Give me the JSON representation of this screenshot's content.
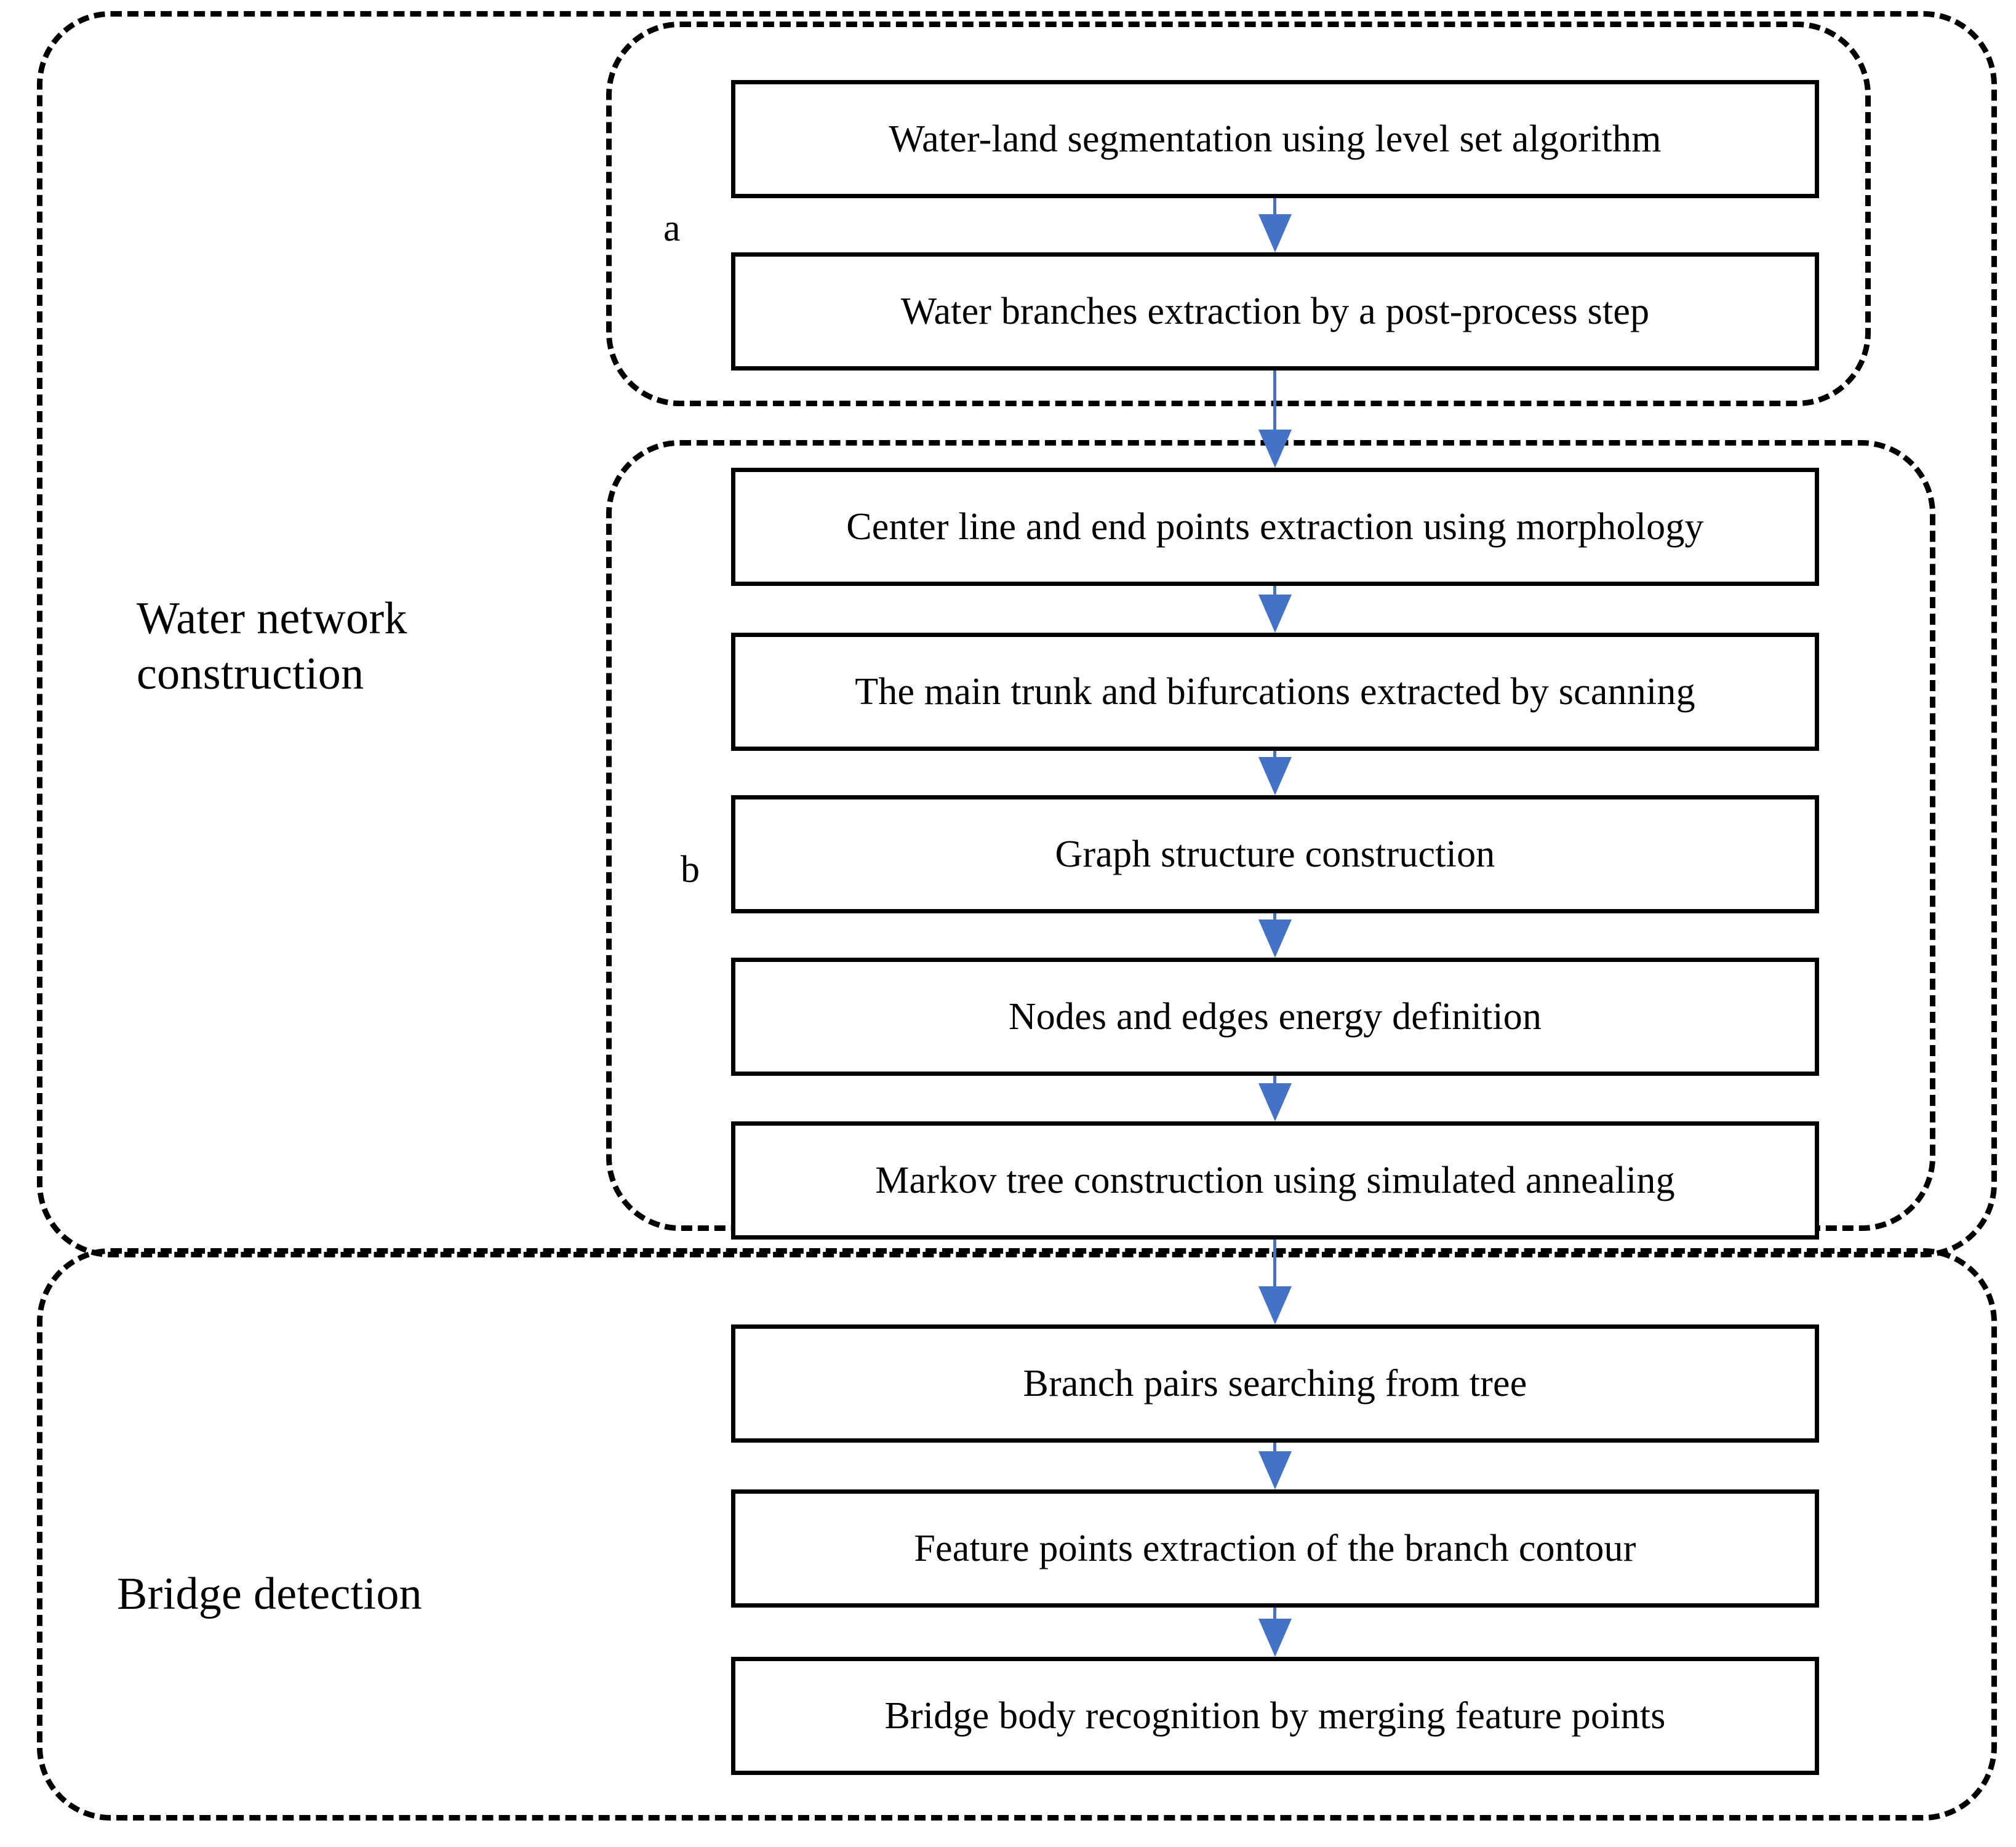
{
  "figure": {
    "type": "flowchart",
    "orientation": "vertical",
    "arrow_color": "#4472C4",
    "box_border_color": "#000000",
    "group_border_style": "dashed"
  },
  "groups": [
    {
      "id": "water-network-construction",
      "label": "Water network\nconstruction"
    },
    {
      "id": "bridge-detection",
      "label": "Bridge detection"
    }
  ],
  "sub_groups": [
    {
      "id": "a",
      "label": "a"
    },
    {
      "id": "b",
      "label": "b"
    }
  ],
  "steps": [
    {
      "id": "step-1",
      "group": "a",
      "label": "Water-land segmentation using level set algorithm"
    },
    {
      "id": "step-2",
      "group": "a",
      "label": "Water branches extraction by a post-process step"
    },
    {
      "id": "step-3",
      "group": "b",
      "label": "Center line and end points extraction using morphology"
    },
    {
      "id": "step-4",
      "group": "b",
      "label": "The main trunk and bifurcations extracted by scanning"
    },
    {
      "id": "step-5",
      "group": "b",
      "label": "Graph structure construction"
    },
    {
      "id": "step-6",
      "group": "b",
      "label": "Nodes and edges energy definition"
    },
    {
      "id": "step-7",
      "group": "b",
      "label": "Markov tree construction using simulated annealing"
    },
    {
      "id": "step-8",
      "group": "bridge-detection",
      "label": "Branch pairs searching from tree"
    },
    {
      "id": "step-9",
      "group": "bridge-detection",
      "label": "Feature points extraction of the branch contour"
    },
    {
      "id": "step-10",
      "group": "bridge-detection",
      "label": "Bridge body recognition by merging feature points"
    }
  ],
  "connectors": [
    {
      "from": "step-1",
      "to": "step-2"
    },
    {
      "from": "step-2",
      "to": "step-3"
    },
    {
      "from": "step-3",
      "to": "step-4"
    },
    {
      "from": "step-4",
      "to": "step-5"
    },
    {
      "from": "step-5",
      "to": "step-6"
    },
    {
      "from": "step-6",
      "to": "step-7"
    },
    {
      "from": "step-7",
      "to": "step-8"
    },
    {
      "from": "step-8",
      "to": "step-9"
    },
    {
      "from": "step-9",
      "to": "step-10"
    }
  ]
}
